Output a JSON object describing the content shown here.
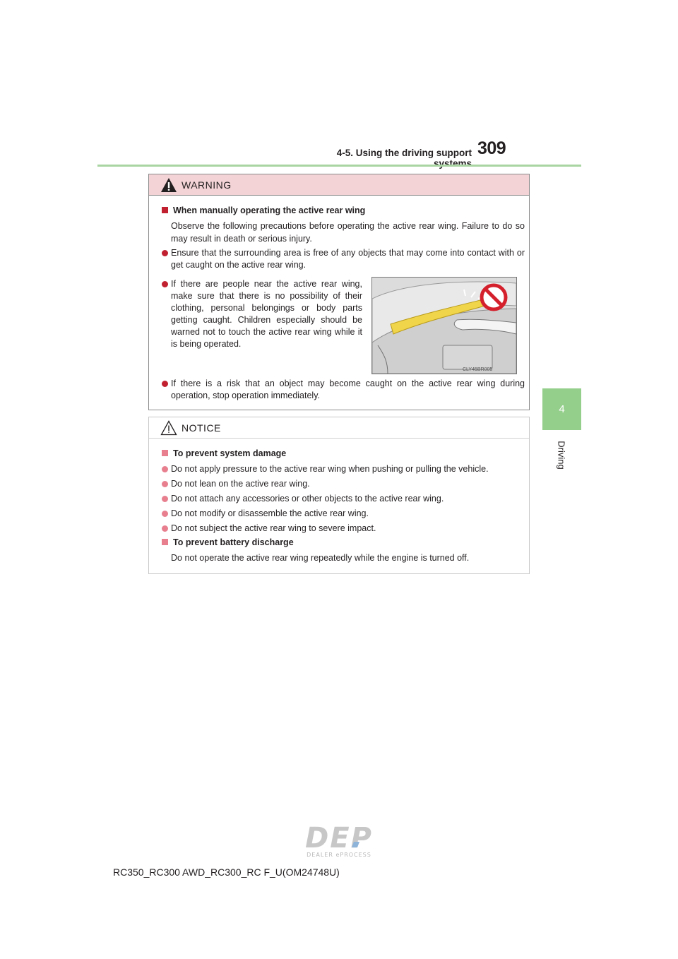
{
  "header": {
    "section_title": "4-5. Using the driving support systems",
    "page_number": "309"
  },
  "chapter": {
    "number": "4",
    "label": "Driving"
  },
  "warning": {
    "heading": "WARNING",
    "section_title": "When manually operating the active rear wing",
    "intro": "Observe the following precautions before operating the active rear wing. Failure to do so may result in death or serious injury.",
    "bullets": [
      "Ensure that the surrounding area is free of any objects that may come into contact with or get caught on the active rear wing.",
      "If there are people near the active rear wing, make sure that there is no possibility of their clothing, personal belongings or body parts getting caught. Children especially should be warned not to touch the active rear wing while it is being operated.",
      "If there is a risk that an object may become caught on the active rear wing during operation, stop operation immediately."
    ],
    "figure_code": "CLY45BR005"
  },
  "notice": {
    "heading": "NOTICE",
    "section1_title": "To prevent system damage",
    "section1_bullets": [
      "Do not apply pressure to the active rear wing when pushing or pulling the vehicle.",
      "Do not lean on the active rear wing.",
      "Do not attach any accessories or other objects to the active rear wing.",
      "Do not modify or disassemble the active rear wing.",
      "Do not subject the active rear wing to severe impact."
    ],
    "section2_title": "To prevent battery discharge",
    "section2_text": "Do not operate the active rear wing repeatedly while the engine is turned off."
  },
  "footer": {
    "logo_text": "DEP",
    "logo_subtext": "DEALER ePROCESS",
    "model_code": "RC350_RC300 AWD_RC300_RC F_U(OM24748U)"
  },
  "colors": {
    "header_rule": "#a8d5a2",
    "chapter_tab": "#95cf8c",
    "warning_header_bg": "#f3d3d6",
    "bullet_red": "#c0202f",
    "bullet_pink": "#e77f8f",
    "wing_yellow": "#f0d44a",
    "prohibition_red": "#d4202c"
  },
  "icons": {
    "warning": "warning-triangle-icon",
    "notice": "caution-triangle-icon",
    "prohibition": "no-entry-icon"
  }
}
